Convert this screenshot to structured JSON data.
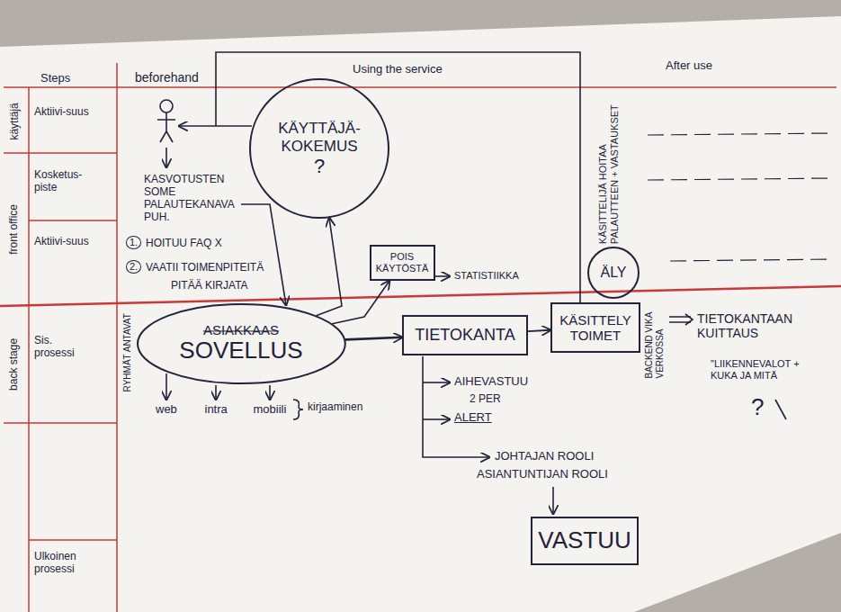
{
  "diagram": {
    "nodes": [
      {
        "text": [
          "KÄYTTÄJÄ- KOKEMUS",
          "?"
        ]
      },
      {
        "text": [
          "POIS KÄYTÖSTÄ"
        ]
      },
      {
        "text": [
          "ASIAKKAAS",
          "SOVELLUS"
        ]
      },
      {
        "text": [
          "TIETOKANTA"
        ]
      },
      {
        "text": [
          "KÄSITTELY TOIMET"
        ]
      },
      {
        "text": [
          "ÄLY"
        ]
      },
      {
        "text": [
          "VASTUU"
        ]
      }
    ],
    "edges": [
      {
        "from": 2,
        "to": 0,
        "arrow": "to"
      },
      {
        "from": 2,
        "to": 1,
        "arrow": "to"
      },
      {
        "from": 2,
        "to": 3,
        "arrow": "to"
      },
      {
        "from": 3,
        "to": 4,
        "arrow": "to"
      }
    ],
    "labels": [
      "Steps",
      "beforehand",
      "Using the service",
      "After use",
      "käyttäjä",
      "Aktiivi-suus",
      "Kosketus-piste",
      "front office",
      "Aktiivi-suus",
      "KASVOTUSTEN SOME PALAUTEKANAVA PUH.",
      "1.",
      "HOITUU FAQ X",
      "2.",
      "VAATII TOIMENPITEITÄ",
      "PITÄÄ KIRJATA",
      "STATISTIIKKA",
      "back stage",
      "Sis. prosessi",
      "RYHMÄT ANTAVAT",
      "web",
      "intra",
      "mobiili",
      "kirjaaminen",
      "KÄSITTELIJÄ HOITAA PALAUTTEEN + VASTAUKSET",
      "BACKEND VIKA VERKOSSA",
      "TIETOKANTAAN KUITTAUS",
      "\"LIIKENNEVALOT + KUKA JA MITÄ",
      "AIHEVASTUU",
      "2 PER",
      "ALERT",
      "?",
      "JOHTAJAN ROOLI",
      "ASIANTUNTIJAN ROOLI",
      "Ulkoinen prosessi"
    ]
  }
}
